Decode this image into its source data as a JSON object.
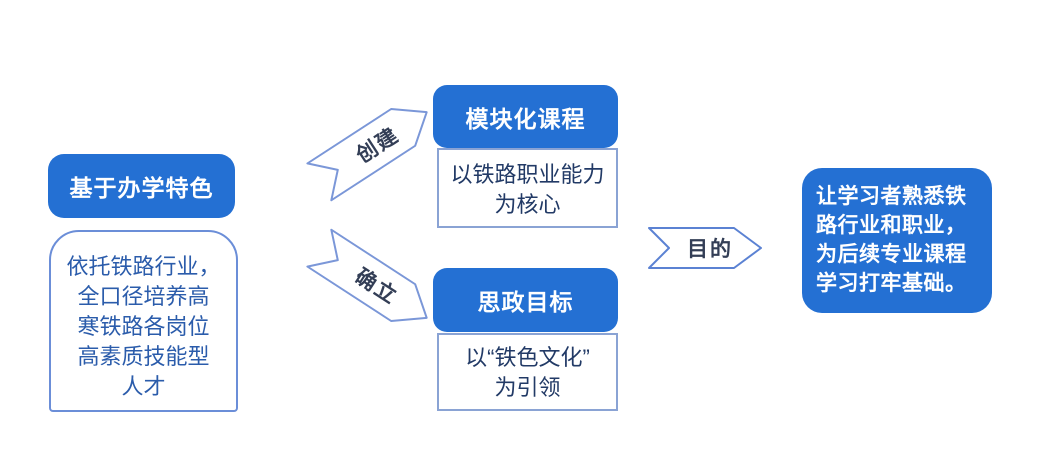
{
  "colors": {
    "primary_blue": "#2470d3",
    "light_outline_blue": "#7b97d8",
    "box_border_blue": "#8aa3d4",
    "dark_navy_text": "#223a66",
    "left_body_text": "#2b5cab",
    "white_text": "#ffffff"
  },
  "left_column": {
    "header": "基于办学特色",
    "body_lines": [
      "依托铁路行业，",
      "全口径培养高",
      "寒铁路各岗位",
      "高素质技能型",
      "人才"
    ]
  },
  "connectors": {
    "create": "创建",
    "establish": "确立",
    "purpose": "目的"
  },
  "center_column": {
    "top": {
      "header": "模块化课程",
      "body_lines": [
        "以铁路职业能力",
        "为核心"
      ]
    },
    "bottom": {
      "header": "思政目标",
      "body_lines": [
        "以“铁色文化”",
        "为引领"
      ]
    }
  },
  "right_column": {
    "body_lines": [
      "让学习者熟悉铁",
      "路行业和职业，",
      "为后续专业课程",
      "学习打牢基础。"
    ]
  }
}
